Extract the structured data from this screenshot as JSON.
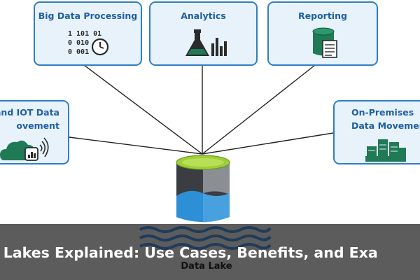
{
  "diagram": {
    "nodes": [
      {
        "id": "big-data",
        "label": "Big Data Processing",
        "icon": "binary-clock-icon"
      },
      {
        "id": "analytics",
        "label": "Analytics",
        "icon": "flask-chart-icon"
      },
      {
        "id": "reporting",
        "label": "Reporting",
        "icon": "database-report-icon"
      },
      {
        "id": "iot",
        "label": "and IOT Data\novement",
        "icon": "cloud-signal-icon"
      },
      {
        "id": "on-prem",
        "label": "On-Premises\nData Movement",
        "icon": "server-cluster-icon"
      }
    ],
    "center": {
      "label": "Data Lake",
      "icon": "data-lake-cylinder-icon"
    },
    "binary_text": [
      "1 101 01",
      "0 010",
      "0 001"
    ]
  },
  "banner": {
    "title": "ta Lakes Explained: Use Cases, Benefits, and Exa"
  },
  "colors": {
    "box_fill": "#e7f2fb",
    "box_border": "#2f7fc1",
    "title_text": "#1f5fa3",
    "icon_green": "#1f7a55",
    "lake_lid": "#9fce3a",
    "lake_blue": "#2d8fd6",
    "lake_dark": "#3a3d42"
  }
}
